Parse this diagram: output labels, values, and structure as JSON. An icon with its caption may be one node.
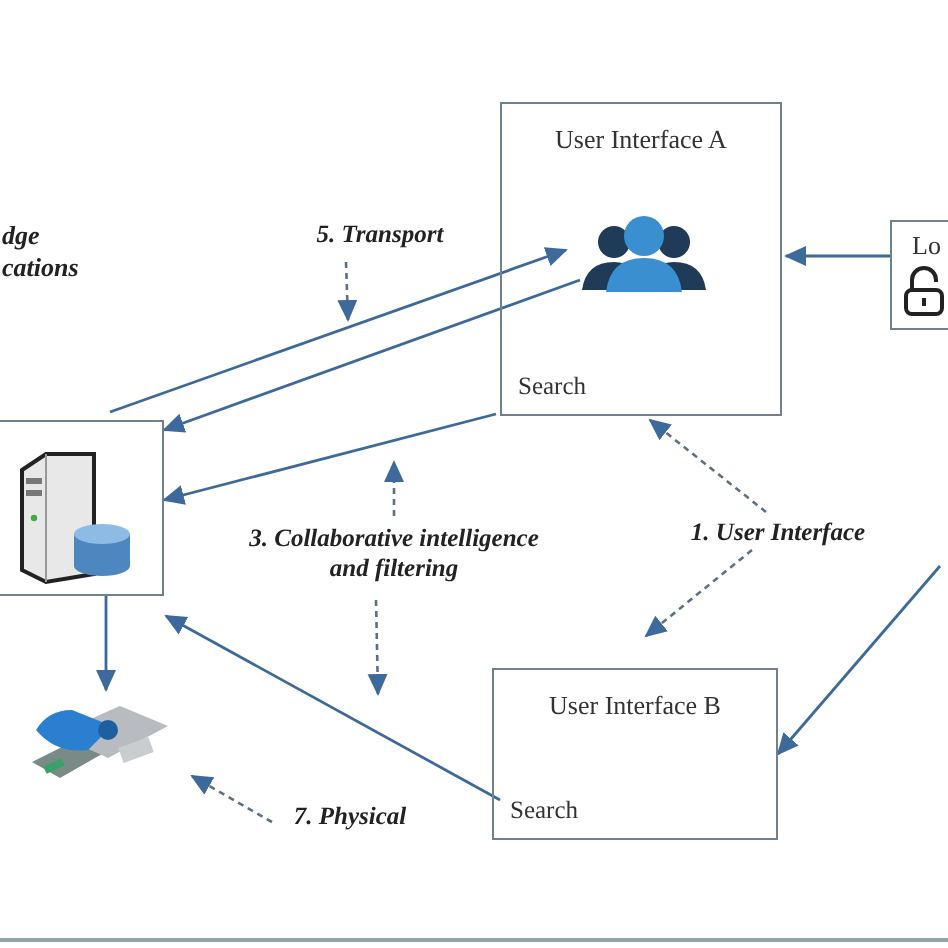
{
  "diagram": {
    "nodes": [
      {
        "text": [
          "5. Transport"
        ]
      },
      {
        "text": [
          "User Interface A",
          "Search"
        ]
      },
      {
        "text": [
          "Lo"
        ]
      },
      {
        "text": [],
        "shape": "box"
      },
      {
        "text": [
          "3. Collaborative intelligence and filtering"
        ]
      },
      {
        "text": [
          "1. User Interface"
        ]
      },
      {
        "text": [
          "User Interface B",
          "Search"
        ]
      },
      {
        "text": [],
        "shape": "picture"
      },
      {
        "text": [
          "7. Physical"
        ]
      }
    ],
    "edges": [
      {
        "from": 0,
        "to": null,
        "arrow": "to",
        "style": "dashed"
      },
      {
        "from": 3,
        "to": 1,
        "arrow": "to"
      },
      {
        "from": 1,
        "to": 3,
        "arrow": "to"
      },
      {
        "from": 1,
        "to": 3,
        "arrow": "to"
      },
      {
        "from": 4,
        "to": null,
        "arrow": "to",
        "style": "dashed"
      },
      {
        "from": 4,
        "to": null,
        "arrow": "to",
        "style": "dashed"
      },
      {
        "from": 5,
        "to": 1,
        "arrow": "to",
        "style": "dashed"
      },
      {
        "from": 5,
        "to": 6,
        "arrow": "to",
        "style": "dashed"
      },
      {
        "from": 2,
        "to": 1,
        "arrow": "to"
      },
      {
        "from": null,
        "to": 6,
        "arrow": "to"
      },
      {
        "from": 6,
        "to": 3,
        "arrow": "to"
      },
      {
        "from": 3,
        "to": 7,
        "arrow": "to"
      },
      {
        "from": 8,
        "to": 7,
        "arrow": "to",
        "style": "dashed"
      }
    ],
    "labels": [
      "dge cations"
    ]
  }
}
